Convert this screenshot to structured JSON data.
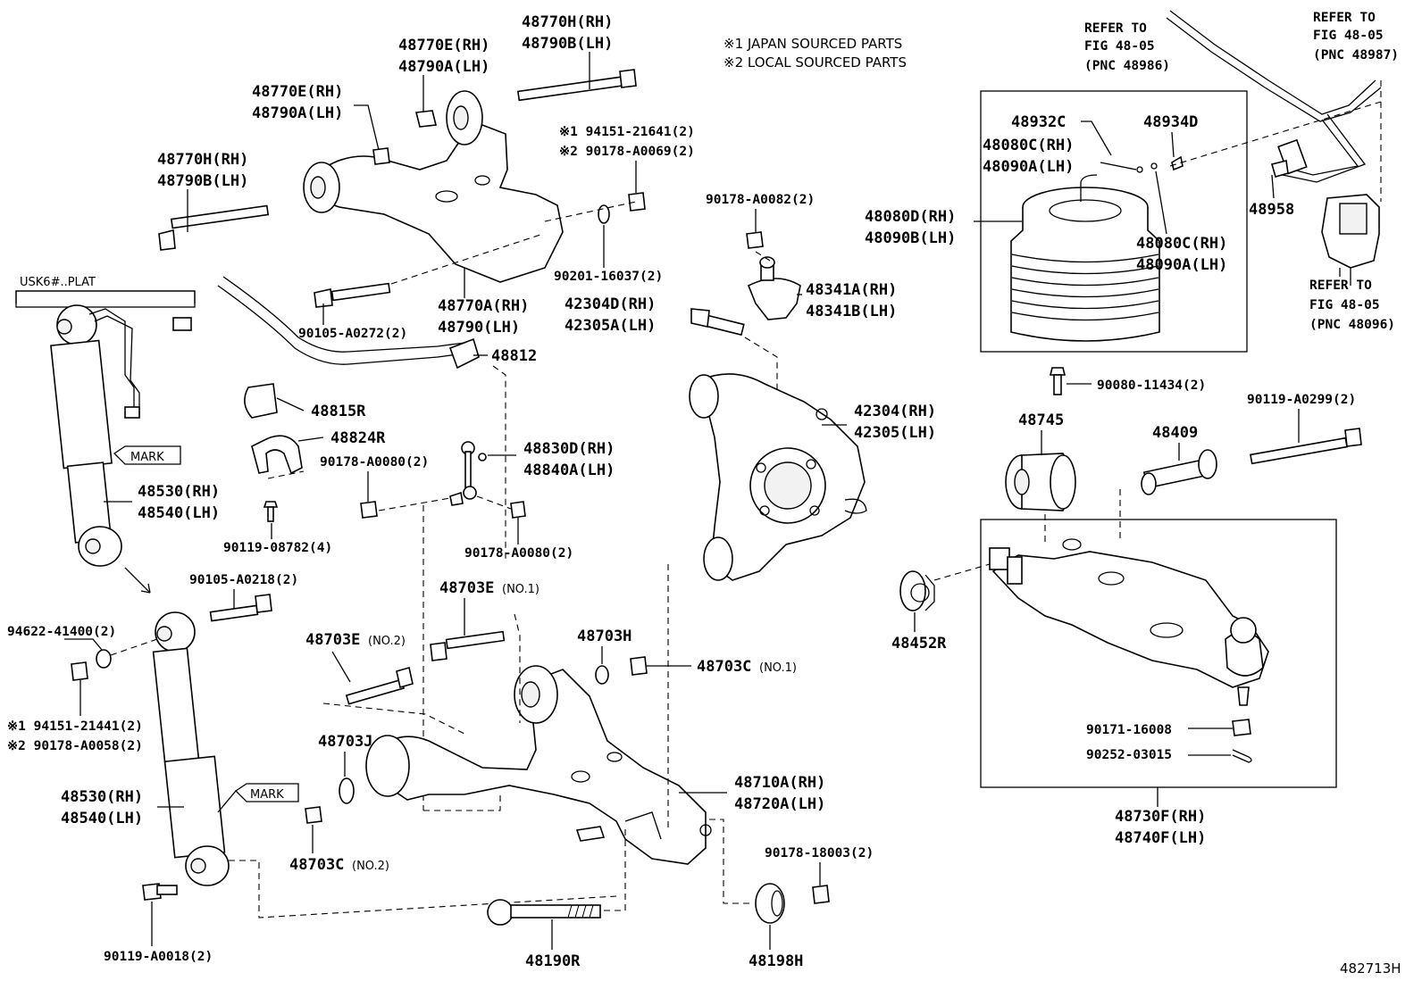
{
  "notes": {
    "japan": "※1 JAPAN SOURCED PARTS",
    "local": "※2 LOCAL SOURCED PARTS"
  },
  "refer": {
    "a1": "REFER TO",
    "a2": "FIG 48-05",
    "a3": "(PNC 48986)",
    "b1": "REFER TO",
    "b2": "FIG 48-05",
    "b3": "(PNC 48987)",
    "c1": "REFER TO",
    "c2": "FIG 48-05",
    "c3": "(PNC 48096)"
  },
  "boxes": {
    "usk6": "USK6#..PLAT",
    "mark1": "MARK",
    "mark2": "MARK"
  },
  "labels": {
    "p48770H_rh_top": "48770H(RH)",
    "p48790B_lh_top": "48790B(LH)",
    "p48770E_rh_a": "48770E(RH)",
    "p48790A_lh_a": "48790A(LH)",
    "p48770E_rh_b": "48770E(RH)",
    "p48790A_lh_b": "48790A(LH)",
    "p48770H_rh_left": "48770H(RH)",
    "p48790B_lh_left": "48790B(LH)",
    "p94151_21641": "※1 94151-21641(2)",
    "p90178_A0069": "※2 90178-A0069(2)",
    "p90178_A0082": "90178-A0082(2)",
    "p90201_16037": "90201-16037(2)",
    "p48770A_rh": "48770A(RH)",
    "p48790_lh": "48790(LH)",
    "p90105_A0272": "90105-A0272(2)",
    "p42304D_rh": "42304D(RH)",
    "p42305A_lh": "42305A(LH)",
    "p48341A_rh": "48341A(RH)",
    "p48341B_lh": "48341B(LH)",
    "p48812": "48812",
    "p48815R": "48815R",
    "p48824R": "48824R",
    "p42304_rh": "42304(RH)",
    "p42305_lh": "42305(LH)",
    "p90178_A0080_a": "90178-A0080(2)",
    "p48830D_rh": "48830D(RH)",
    "p48840A_lh": "48840A(LH)",
    "p48530_rh_a": "48530(RH)",
    "p48540_lh_a": "48540(LH)",
    "p90119_08782": "90119-08782(4)",
    "p90178_A0080_b": "90178-A0080(2)",
    "p90105_A0218": "90105-A0218(2)",
    "p48703E_no1": "48703E",
    "p48703E_no1_s": "(NO.1)",
    "p94622_41400": "94622-41400(2)",
    "p48703E_no2": "48703E",
    "p48703E_no2_s": "(NO.2)",
    "p48703H": "48703H",
    "p48703C_no1": "48703C",
    "p48703C_no1_s": "(NO.1)",
    "p94151_21441": "※1 94151-21441(2)",
    "p90178_A0058": "※2 90178-A0058(2)",
    "p48703J": "48703J",
    "p48530_rh_b": "48530(RH)",
    "p48540_lh_b": "48540(LH)",
    "p48710A_rh": "48710A(RH)",
    "p48720A_lh": "48720A(LH)",
    "p48703C_no2": "48703C",
    "p48703C_no2_s": "(NO.2)",
    "p90178_18003": "90178-18003(2)",
    "p90119_A0018": "90119-A0018(2)",
    "p48190R": "48190R",
    "p48198H": "48198H",
    "p48932C": "48932C",
    "p48934D": "48934D",
    "p48080C_rh_a": "48080C(RH)",
    "p48090A_lh_a": "48090A(LH)",
    "p48080D_rh": "48080D(RH)",
    "p48090B_lh": "48090B(LH)",
    "p48958": "48958",
    "p48080C_rh_b": "48080C(RH)",
    "p48090A_lh_b": "48090A(LH)",
    "p90080_11434": "90080-11434(2)",
    "p48745": "48745",
    "p48409": "48409",
    "p90119_A0299": "90119-A0299(2)",
    "p48452R": "48452R",
    "p90171_16008": "90171-16008",
    "p90252_03015": "90252-03015",
    "p48730F_rh": "48730F(RH)",
    "p48740F_lh": "48740F(LH)",
    "figure_id": "482713H"
  }
}
